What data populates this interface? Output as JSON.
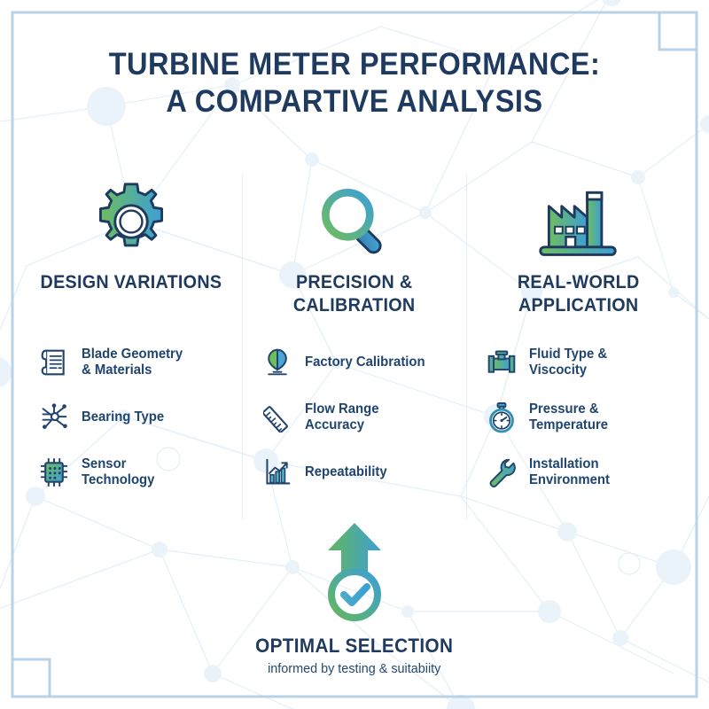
{
  "theme": {
    "navy": "#1f3a5f",
    "text_navy": "#20456e",
    "green": "#63b75e",
    "blue": "#3d9fd4",
    "teal": "#2f8fb0",
    "frame_blue": "#b9d3e6",
    "divider": "#e4edf4",
    "background": "#ffffff"
  },
  "title": {
    "line1": "TURBINE METER PERFORMANCE:",
    "line2": "A COMPARTIVE ANALYSIS"
  },
  "columns": [
    {
      "heading": "DESIGN VARIATIONS",
      "icon": "gear-icon",
      "items": [
        {
          "label": "Blade Geometry\n& Materials",
          "icon": "document-scroll-icon"
        },
        {
          "label": "Bearing Type",
          "icon": "network-node-icon"
        },
        {
          "label": "Sensor\nTechnology",
          "icon": "microchip-icon"
        }
      ]
    },
    {
      "heading": "PRECISION &\nCALIBRATION",
      "icon": "magnifier-icon",
      "items": [
        {
          "label": "Factory Calibration",
          "icon": "balloon-pin-icon"
        },
        {
          "label": "Flow Range\nAccuracy",
          "icon": "ruler-icon"
        },
        {
          "label": "Repeatability",
          "icon": "growth-chart-icon"
        }
      ]
    },
    {
      "heading": "REAL-WORLD\nAPPLICATION",
      "icon": "factory-icon",
      "items": [
        {
          "label": "Fluid Type &\nViscocity",
          "icon": "flow-valve-icon"
        },
        {
          "label": "Pressure &\nTemperature",
          "icon": "stopwatch-icon"
        },
        {
          "label": "Installation\nEnvironment",
          "icon": "wrench-icon"
        }
      ]
    }
  ],
  "bottom": {
    "icon": "arrow-up-check-circle-icon",
    "title": "OPTIMAL SELECTION",
    "subtitle": "informed by testing & suitabiity"
  }
}
